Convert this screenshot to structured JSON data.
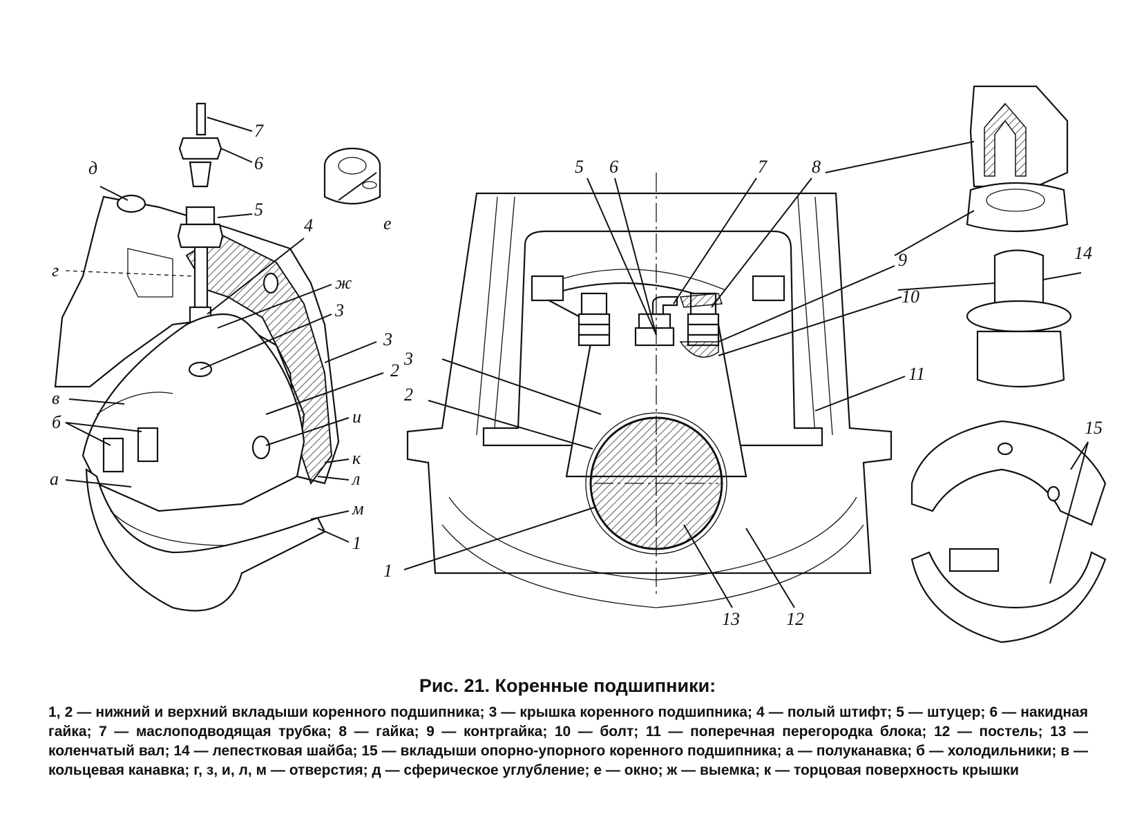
{
  "labels": {
    "left": {
      "l7": "7",
      "l6": "6",
      "l5": "5",
      "l4": "4",
      "l3a": "3",
      "l3b": "3",
      "l2": "2",
      "l1": "1",
      "d": "д",
      "g": "г",
      "e": "е",
      "zh": "ж",
      "v": "в",
      "b": "б",
      "a": "а",
      "i": "и",
      "k": "к",
      "l": "л",
      "m": "м"
    },
    "center": {
      "l5": "5",
      "l6": "6",
      "l7": "7",
      "l8": "8",
      "l9": "9",
      "l10": "10",
      "l11": "11",
      "l3": "3",
      "l2": "2",
      "l1": "1",
      "l13": "13",
      "l12": "12"
    },
    "right": {
      "l14": "14",
      "l15": "15"
    }
  },
  "caption": {
    "title": "Рис. 21. Коренные подшипники:",
    "body": "1, 2 — нижний и верхний вкладыши коренного подшипника; 3 — крышка коренного подшипника; 4 — полый штифт; 5 — штуцер; 6 — накидная гайка; 7 — маслоподводящая трубка; 8 — гайка; 9 — контргайка; 10 — болт; 11 — поперечная перегородка блока; 12 — постель; 13 — коленчатый вал; 14 — лепестковая шайба; 15 — вкладыши опорно-упорного коренного подшипника; а — полуканавка; б — холодильники; в — кольцевая канавка; г, з, и, л, м — отверстия; д — сферическое углубление; е — окно; ж — выемка; к — торцовая поверхность крышки"
  }
}
